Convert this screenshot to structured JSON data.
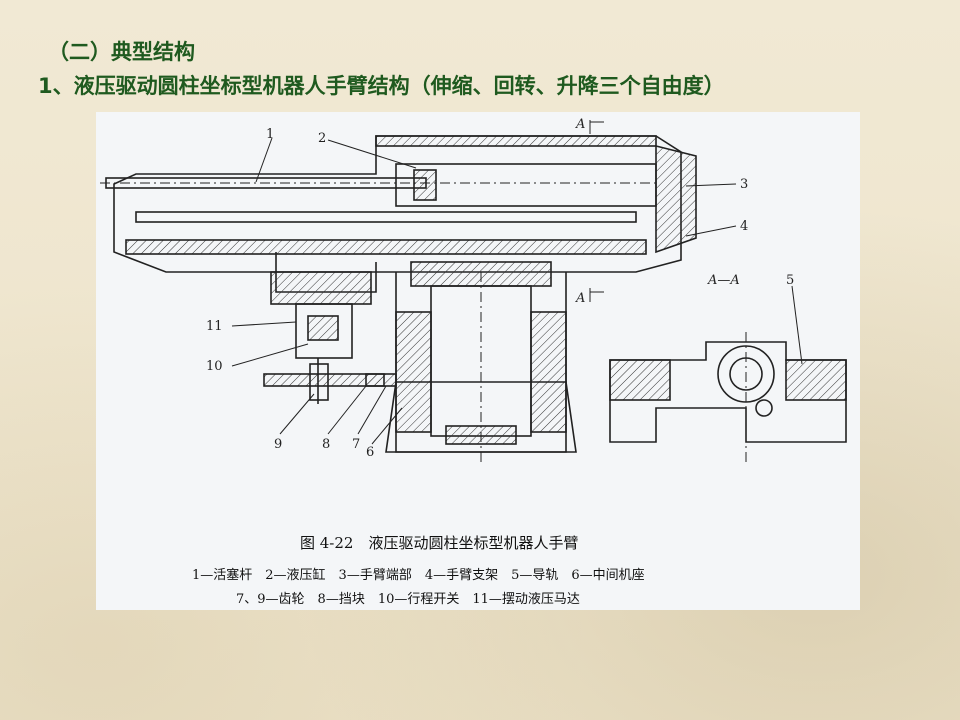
{
  "slide": {
    "heading_1": "（二）典型结构",
    "heading_2": "1、液压驱动圆柱坐标型机器人手臂结构（伸缩、回转、升降三个自由度）"
  },
  "figure": {
    "caption_title": "图 4-22　液压驱动圆柱坐标型机器人手臂",
    "legend_line_1": "1—活塞杆　2—液压缸　3—手臂端部　4—手臂支架　5—导轨　6—中间机座",
    "legend_line_2": "7、9—齿轮　8—挡块　10—行程开关　11—摆动液压马达",
    "part_labels": [
      "1",
      "2",
      "3",
      "4",
      "5",
      "11",
      "10",
      "9",
      "8",
      "7",
      "6"
    ],
    "section_mark_top": "A",
    "section_mark_bottom": "A",
    "section_title": "A—A"
  },
  "colors": {
    "heading_text": "#1f5a1f",
    "panel_bg": "#f4f6f8",
    "line": "#222222"
  }
}
